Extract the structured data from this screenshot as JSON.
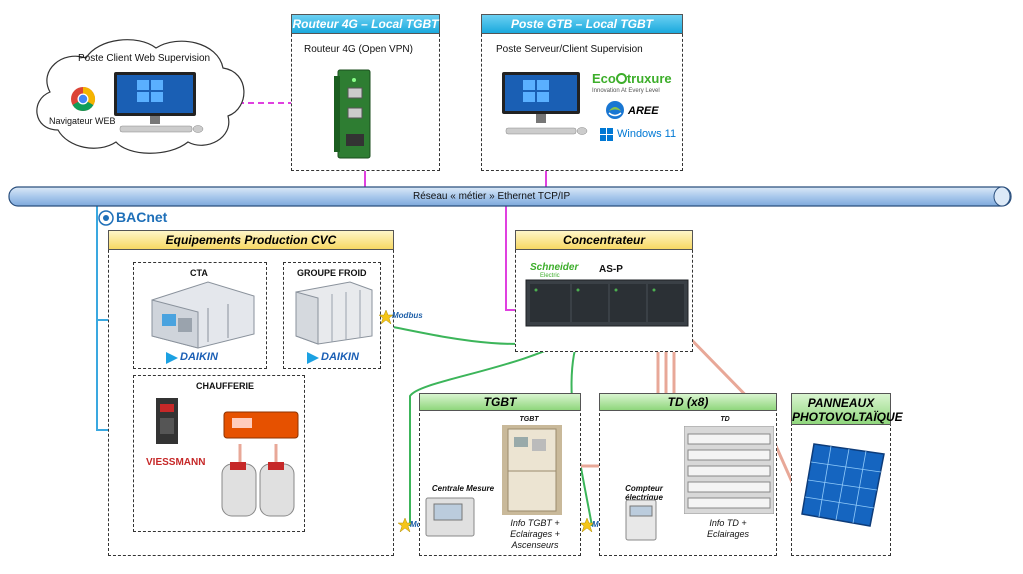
{
  "client": {
    "title": "Poste Client Web Supervision",
    "browser_label": "Navigateur WEB"
  },
  "router_box": {
    "header": "Routeur 4G – Local TGBT",
    "device": "Routeur 4G (Open VPN)"
  },
  "gtb_box": {
    "header": "Poste GTB – Local TGBT",
    "device": "Poste Serveur/Client Supervision",
    "logos": {
      "ecostruxure": "Eco",
      "ecostruxure_b": "truxure",
      "ecostruxure_tagline": "Innovation At Every Level",
      "aree": "AREE",
      "windows": "Windows 11"
    }
  },
  "network": {
    "label": "Réseau « métier » Ethernet TCP/IP"
  },
  "bacnet": {
    "label": "BACnet"
  },
  "cvc": {
    "header": "Equipements Production CVC",
    "cta": "CTA",
    "groupe_froid": "GROUPE FROID",
    "chaufferie": "CHAUFFERIE",
    "daikin": "DAIKIN",
    "viessmann": "VIESSMANN"
  },
  "concentrateur": {
    "header": "Concentrateur",
    "brand": "Schneider",
    "brand_sub": "Electric",
    "model": "AS-P"
  },
  "modbus": {
    "label": "Modbus"
  },
  "tgbt": {
    "header": "TGBT",
    "photo_label": "TGBT",
    "meter_label": "Centrale Mesure",
    "info": "Info TGBT + Eclairages + Ascenseurs"
  },
  "td": {
    "header": "TD (x8)",
    "photo_label": "TD",
    "meter_label": "Compteur électrique",
    "info": "Info TD + Eclairages"
  },
  "pv": {
    "header_line1": "PANNEAUX",
    "header_line2": "PHOTOVOLTAÏQUE"
  },
  "colors": {
    "blue_header": "#1aa9dd",
    "yellow_header": "#f7d863",
    "green_header": "#8fd67c",
    "vpn_link": "#e040e0",
    "bacnet_link": "#3aa8e0",
    "modbus_link": "#3cb55a",
    "pv_link": "#e8a898",
    "network_bar": "#b9d3ef"
  }
}
